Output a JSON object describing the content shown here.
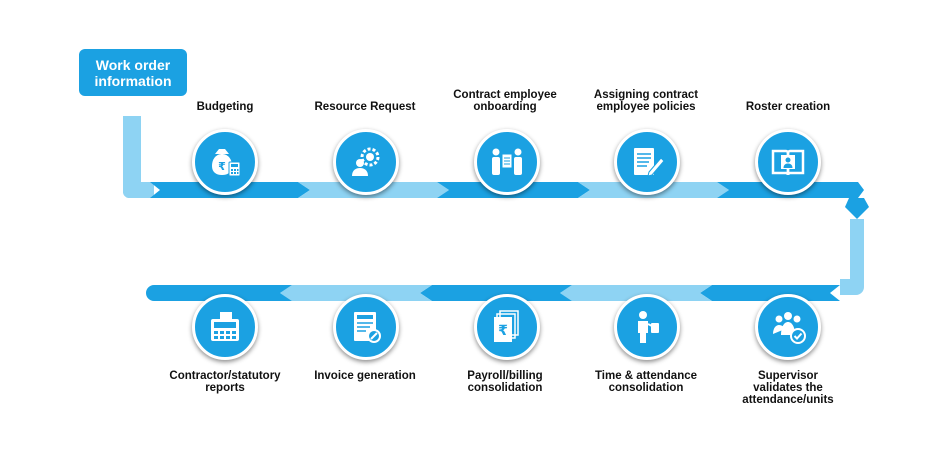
{
  "colors": {
    "dark_blue": "#1ba1e2",
    "light_blue": "#8ed3f3",
    "text": "#111111",
    "white": "#ffffff"
  },
  "start": {
    "label": "Work order\ninformation"
  },
  "top_steps": [
    {
      "label": "Budgeting",
      "icon": "money-bag-calculator-icon"
    },
    {
      "label": "Resource Request",
      "icon": "person-gear-icon"
    },
    {
      "label": "Contract employee\nonboarding",
      "icon": "handshake-people-icon"
    },
    {
      "label": "Assigning contract\nemployee policies",
      "icon": "document-pen-icon"
    },
    {
      "label": "Roster creation",
      "icon": "roster-book-icon"
    }
  ],
  "bottom_steps": [
    {
      "label": "Contractor/statutory\nreports",
      "icon": "register-machine-icon"
    },
    {
      "label": "Invoice generation",
      "icon": "invoice-icon"
    },
    {
      "label": "Payroll/billing\nconsolidation",
      "icon": "rupee-documents-icon"
    },
    {
      "label": "Time & attendance\nconsolidation",
      "icon": "person-timecard-icon"
    },
    {
      "label": "Supervisor\nvalidates the\nattendance/units",
      "icon": "team-check-icon"
    }
  ]
}
